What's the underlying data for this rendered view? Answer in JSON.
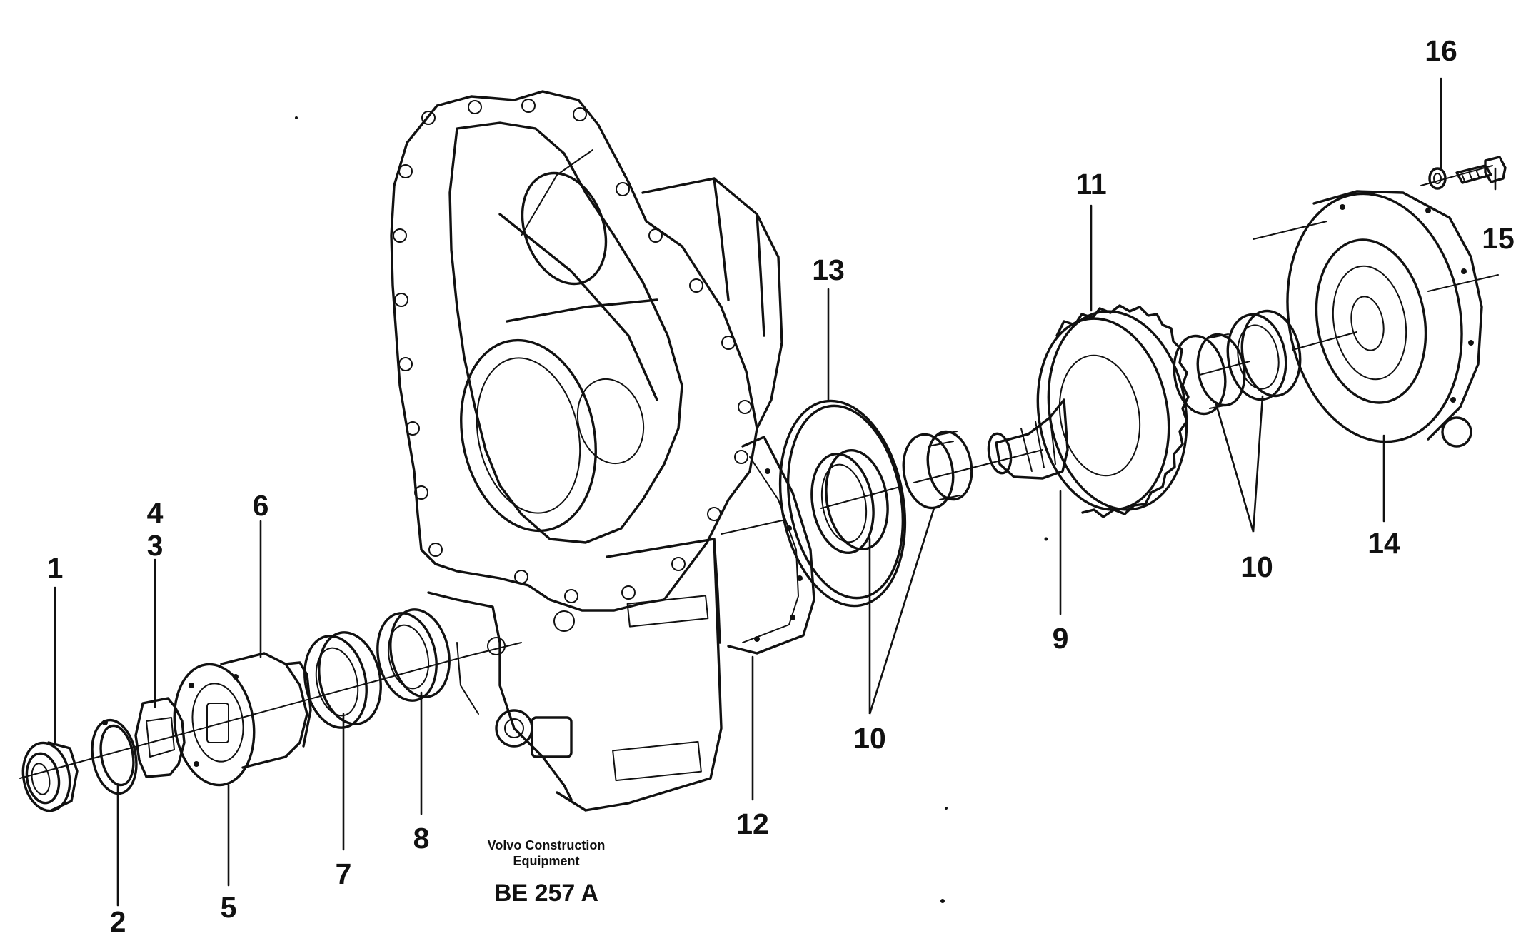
{
  "diagram": {
    "callouts": {
      "c1": "1",
      "c2": "2",
      "c3": "3",
      "c4": "4",
      "c5": "5",
      "c6": "6",
      "c7": "7",
      "c8": "8",
      "c9": "9",
      "c10a": "10",
      "c10b": "10",
      "c11": "11",
      "c12": "12",
      "c13": "13",
      "c14": "14",
      "c15": "15",
      "c16": "16"
    },
    "caption_line1": "Volvo Construction",
    "caption_line2": "Equipment",
    "figure_code": "BE 257 A"
  }
}
